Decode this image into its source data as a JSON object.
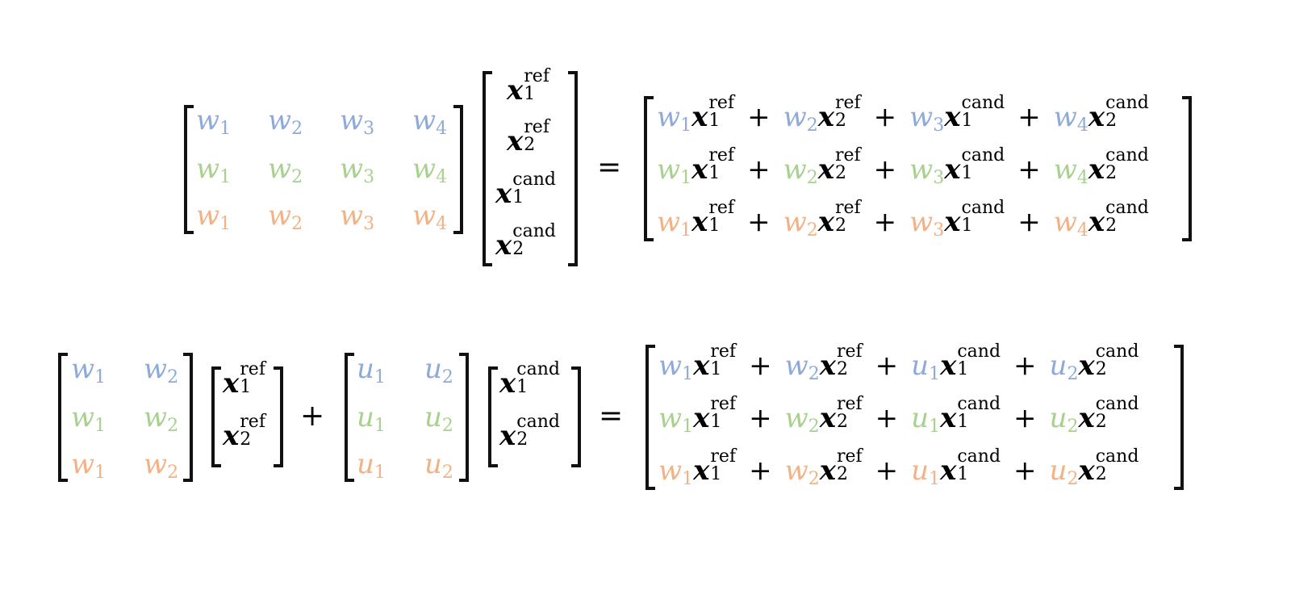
{
  "colors": {
    "row1": "#8eaadb",
    "row2": "#a9d18e",
    "row3": "#f4b183",
    "text": "#000000"
  },
  "equation1": {
    "weight_matrix": {
      "rows": [
        [
          "w1",
          "w2",
          "w3",
          "w4"
        ],
        [
          "w1",
          "w2",
          "w3",
          "w4"
        ],
        [
          "w1",
          "w2",
          "w3",
          "w4"
        ]
      ],
      "symbol": "w",
      "subs": [
        "1",
        "2",
        "3",
        "4"
      ]
    },
    "x_vector": [
      {
        "base": "x",
        "sub": "1",
        "sup": "ref"
      },
      {
        "base": "x",
        "sub": "2",
        "sup": "ref"
      },
      {
        "base": "x",
        "sub": "1",
        "sup": "cand"
      },
      {
        "base": "x",
        "sub": "2",
        "sup": "cand"
      }
    ],
    "equals": "=",
    "plus": "+",
    "result_rows": [
      {
        "terms": [
          {
            "w": "w",
            "ws": "1",
            "sub": "1",
            "sup": "ref"
          },
          {
            "w": "w",
            "ws": "2",
            "sub": "2",
            "sup": "ref"
          },
          {
            "w": "w",
            "ws": "3",
            "sub": "1",
            "sup": "cand"
          },
          {
            "w": "w",
            "ws": "4",
            "sub": "2",
            "sup": "cand"
          }
        ]
      },
      {
        "terms": [
          {
            "w": "w",
            "ws": "1",
            "sub": "1",
            "sup": "ref"
          },
          {
            "w": "w",
            "ws": "2",
            "sub": "2",
            "sup": "ref"
          },
          {
            "w": "w",
            "ws": "3",
            "sub": "1",
            "sup": "cand"
          },
          {
            "w": "w",
            "ws": "4",
            "sub": "2",
            "sup": "cand"
          }
        ]
      },
      {
        "terms": [
          {
            "w": "w",
            "ws": "1",
            "sub": "1",
            "sup": "ref"
          },
          {
            "w": "w",
            "ws": "2",
            "sub": "2",
            "sup": "ref"
          },
          {
            "w": "w",
            "ws": "3",
            "sub": "1",
            "sup": "cand"
          },
          {
            "w": "w",
            "ws": "4",
            "sub": "2",
            "sup": "cand"
          }
        ]
      }
    ]
  },
  "equation2": {
    "w_matrix": {
      "symbol": "w",
      "subs": [
        "1",
        "2"
      ]
    },
    "x_ref": [
      {
        "base": "x",
        "sub": "1",
        "sup": "ref"
      },
      {
        "base": "x",
        "sub": "2",
        "sup": "ref"
      }
    ],
    "u_matrix": {
      "symbol": "u",
      "subs": [
        "1",
        "2"
      ]
    },
    "x_cand": [
      {
        "base": "x",
        "sub": "1",
        "sup": "cand"
      },
      {
        "base": "x",
        "sub": "2",
        "sup": "cand"
      }
    ],
    "plus": "+",
    "equals": "=",
    "result_rows": [
      {
        "terms": [
          {
            "w": "w",
            "ws": "1",
            "sub": "1",
            "sup": "ref"
          },
          {
            "w": "w",
            "ws": "2",
            "sub": "2",
            "sup": "ref"
          },
          {
            "w": "u",
            "ws": "1",
            "sub": "1",
            "sup": "cand"
          },
          {
            "w": "u",
            "ws": "2",
            "sub": "2",
            "sup": "cand"
          }
        ]
      },
      {
        "terms": [
          {
            "w": "w",
            "ws": "1",
            "sub": "1",
            "sup": "ref"
          },
          {
            "w": "w",
            "ws": "2",
            "sub": "2",
            "sup": "ref"
          },
          {
            "w": "u",
            "ws": "1",
            "sub": "1",
            "sup": "cand"
          },
          {
            "w": "u",
            "ws": "2",
            "sub": "2",
            "sup": "cand"
          }
        ]
      },
      {
        "terms": [
          {
            "w": "w",
            "ws": "1",
            "sub": "1",
            "sup": "ref"
          },
          {
            "w": "w",
            "ws": "2",
            "sub": "2",
            "sup": "ref"
          },
          {
            "w": "u",
            "ws": "1",
            "sub": "1",
            "sup": "cand"
          },
          {
            "w": "u",
            "ws": "2",
            "sub": "2",
            "sup": "cand"
          }
        ]
      }
    ]
  }
}
